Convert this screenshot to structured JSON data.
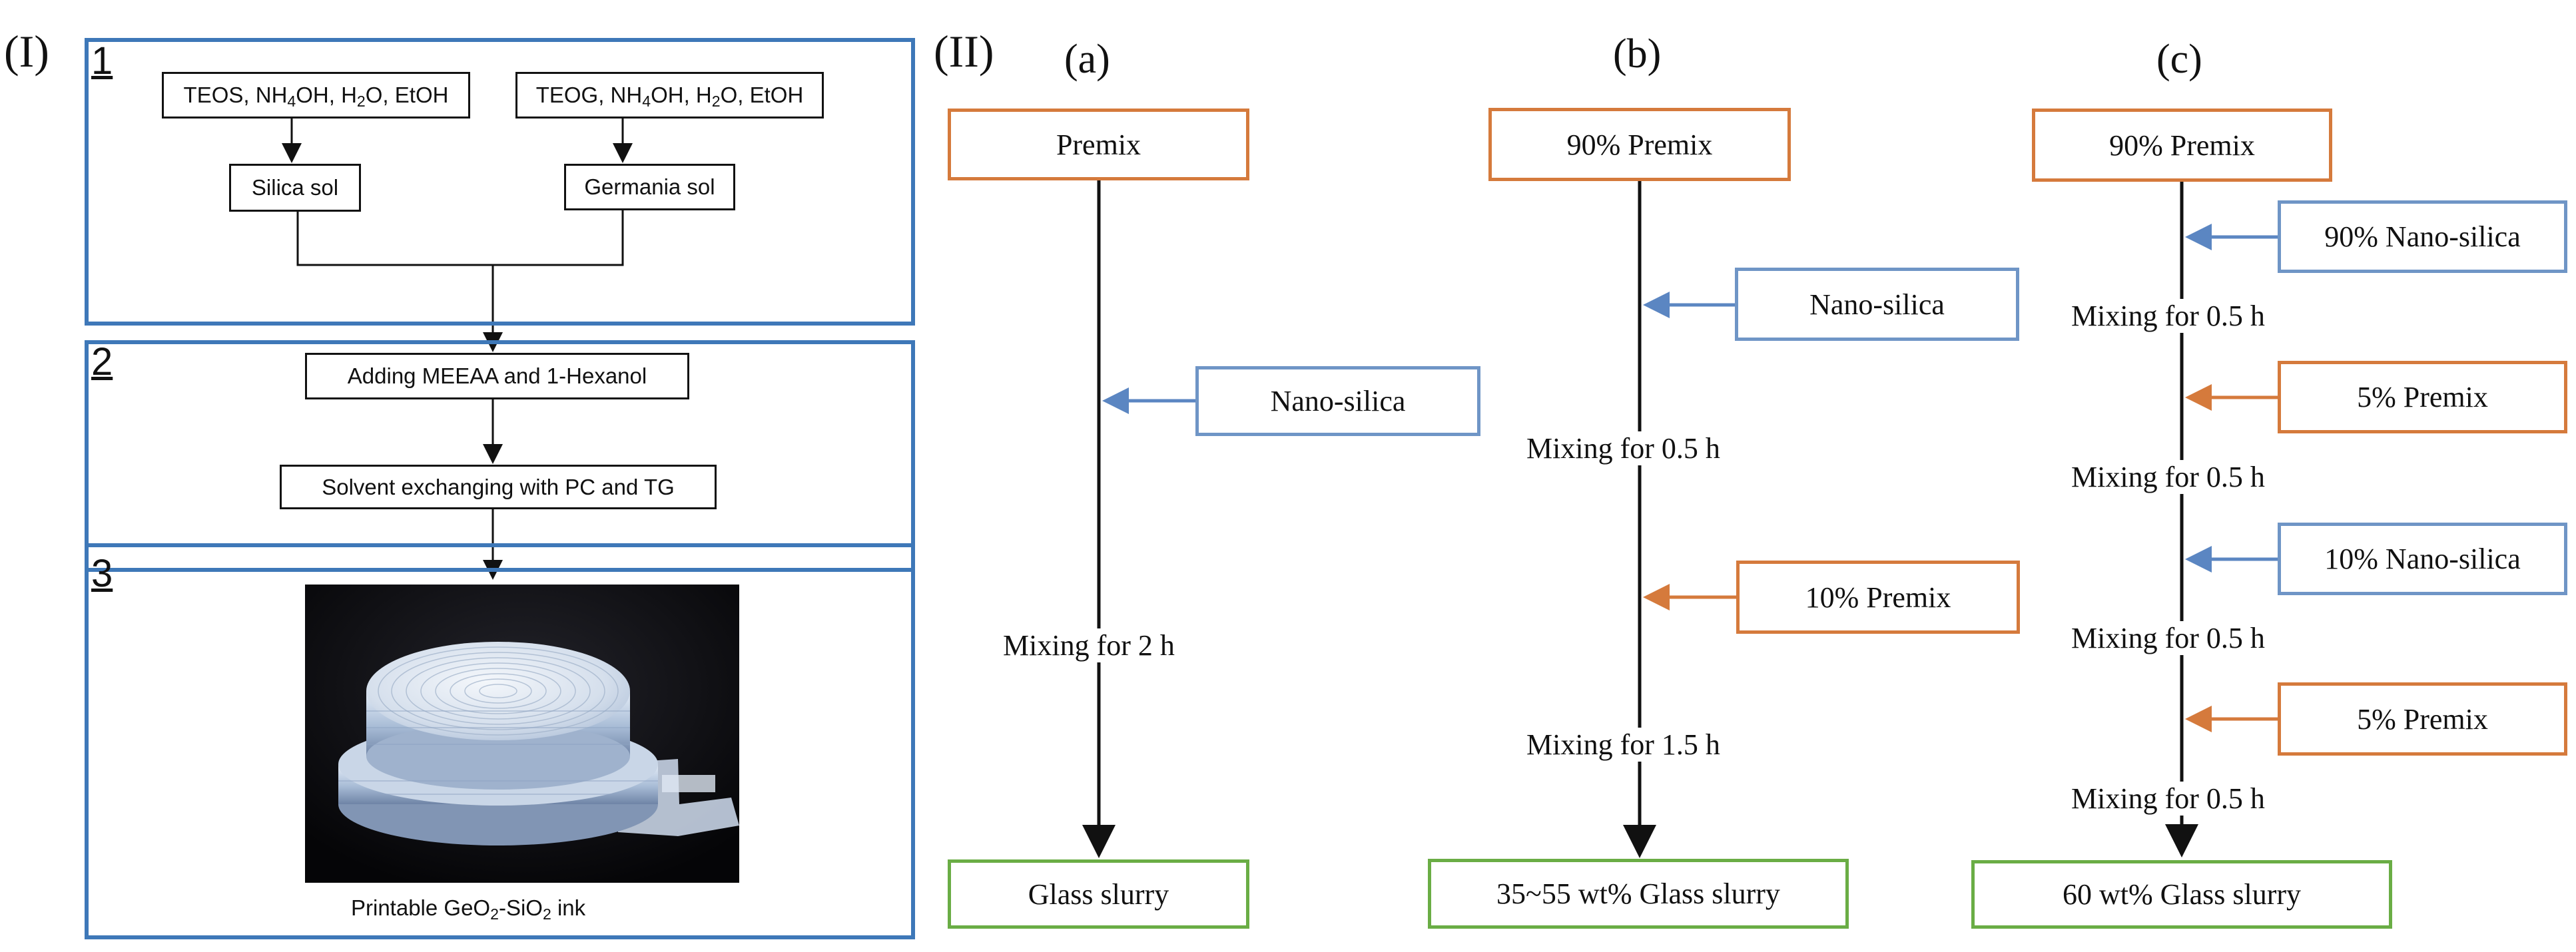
{
  "labels": {
    "part1": "(I)",
    "part2": "(II)",
    "step1": "1",
    "step2": "2",
    "step3": "3",
    "sub_a": "(a)",
    "sub_b": "(b)",
    "sub_c": "(c)"
  },
  "part1": {
    "teos_pre": "TEOS, NH",
    "teos_sub1": "4",
    "teos_mid": "OH, H",
    "teos_sub2": "2",
    "teos_post": "O, EtOH",
    "teog_pre": "TEOG, NH",
    "teog_sub1": "4",
    "teog_mid": "OH, H",
    "teog_sub2": "2",
    "teog_post": "O, EtOH",
    "silica_sol": "Silica sol",
    "germania_sol": "Germania sol",
    "adding": "Adding MEEAA and 1-Hexanol",
    "solvent": "Solvent exchanging with PC and TG",
    "ink_pre": "Printable GeO",
    "ink_sub1": "2",
    "ink_mid": "-SiO",
    "ink_sub2": "2",
    "ink_post": " ink"
  },
  "part2": {
    "a": {
      "premix": "Premix",
      "nano": "Nano-silica",
      "mixing": "Mixing for 2 h",
      "result": "Glass slurry"
    },
    "b": {
      "premix": "90% Premix",
      "nano": "Nano-silica",
      "mixing1": "Mixing for 0.5 h",
      "premix2": "10% Premix",
      "mixing2": "Mixing for 1.5 h",
      "result": "35~55 wt% Glass slurry"
    },
    "c": {
      "premix": "90% Premix",
      "nano1": "90% Nano-silica",
      "mixing1": "Mixing for 0.5 h",
      "premix2": "5% Premix",
      "mixing2": "Mixing for 0.5 h",
      "nano2": "10% Nano-silica",
      "mixing3": "Mixing for 0.5 h",
      "premix3": "5% Premix",
      "mixing4": "Mixing for 0.5 h",
      "result": "60 wt% Glass slurry"
    }
  },
  "colors": {
    "panel_border": "#3e78b8",
    "premix_orange": "#d57a3c",
    "nano_blue": "#6f95c6",
    "result_green": "#6aad45"
  }
}
